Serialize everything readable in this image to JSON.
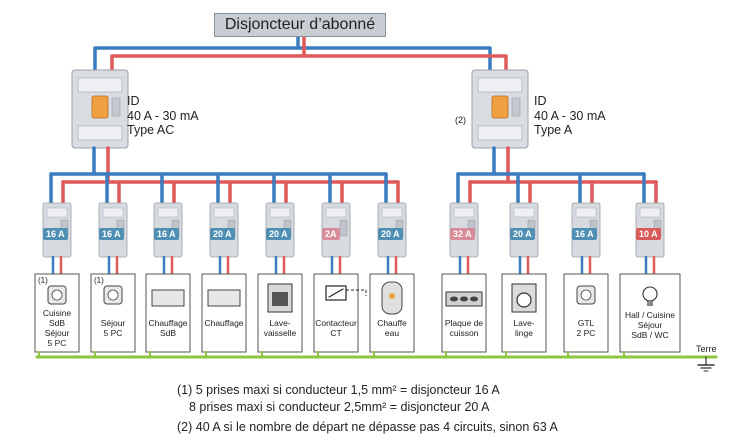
{
  "title": "Disjoncteur d’abonné",
  "id_left": {
    "line1": "ID",
    "line2": "40 A - 30 mA",
    "line3": "Type AC"
  },
  "id_right": {
    "marker": "(2)",
    "line1": "ID",
    "line2": "40 A - 30 mA",
    "line3": "Type A"
  },
  "breakers": [
    {
      "rating": "16 A",
      "color": "#4f8fb3",
      "top": "(1)",
      "label": [
        "Cuisine",
        "SdB",
        "Séjour",
        "5 PC"
      ],
      "icon": "socket-icon"
    },
    {
      "rating": "16 A",
      "color": "#4f8fb3",
      "top": "(1)",
      "label": [
        "Séjour",
        "5 PC"
      ],
      "icon": "socket-icon"
    },
    {
      "rating": "16 A",
      "color": "#4f8fb3",
      "top": "",
      "label": [
        "Chauffage",
        "SdB"
      ],
      "icon": "heater-icon"
    },
    {
      "rating": "20 A",
      "color": "#4f8fb3",
      "top": "",
      "label": [
        "Chauffage"
      ],
      "icon": "heater-icon"
    },
    {
      "rating": "20 A",
      "color": "#4f8fb3",
      "top": "",
      "label": [
        "Lave-",
        "vaisselle"
      ],
      "icon": "dishwasher-icon"
    },
    {
      "rating": "2A",
      "color": "#d88c99",
      "top": "",
      "label": [
        "Contacteur",
        "CT"
      ],
      "icon": "contactor-icon"
    },
    {
      "rating": "20 A",
      "color": "#4f8fb3",
      "top": "",
      "label": [
        "Chauffe",
        "eau"
      ],
      "icon": "water-heater-icon"
    },
    {
      "rating": "32 A",
      "color": "#d88c99",
      "top": "",
      "label": [
        "Plaque de",
        "cuisson"
      ],
      "icon": "hob-icon"
    },
    {
      "rating": "20 A",
      "color": "#4f8fb3",
      "top": "",
      "label": [
        "Lave-",
        "linge"
      ],
      "icon": "washing-machine-icon"
    },
    {
      "rating": "16 A",
      "color": "#4f8fb3",
      "top": "",
      "label": [
        "GTL",
        "2 PC"
      ],
      "icon": "socket-icon"
    },
    {
      "rating": "10 A",
      "color": "#d85a5a",
      "top": "",
      "label": [
        "Hall / Cuisine",
        "Séjour",
        "SdB / WC"
      ],
      "icon": "lamp-icon"
    }
  ],
  "earth_label": "Terre",
  "notes": [
    "(1) 5 prises maxi si conducteur 1,5 mm² = disjoncteur 16 A",
    "8 prises maxi si conducteur 2,5mm² = disjoncteur 20 A",
    "(2) 40 A si le nombre de départ ne dépasse pas 4 circuits, sinon 63 A"
  ],
  "colors": {
    "phase": "#e05a5a",
    "neutral": "#3a7cc0",
    "earth": "#8cc63f",
    "breaker": "#d7dbe0"
  }
}
